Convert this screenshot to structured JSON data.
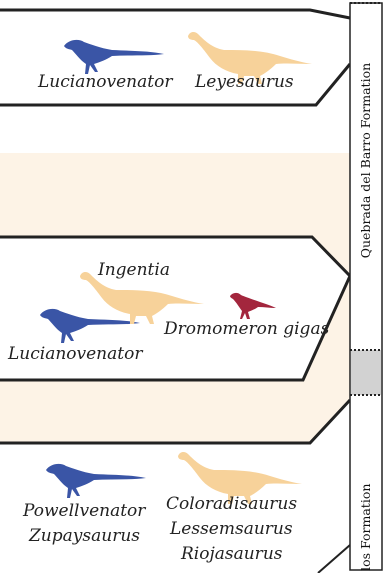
{
  "colors": {
    "band": "#fdf3e6",
    "theropod": "#3a55a6",
    "sauropodomorph": "#f7d29a",
    "dromomeron": "#a3263d",
    "outline": "#222222",
    "gap": "#d2d2d2"
  },
  "panels": [
    {
      "id": "top",
      "labels": [
        "Lucianovenator",
        "Leyesaurus"
      ],
      "silhouettes": [
        "theropod-silhouette-icon",
        "sauropodomorph-silhouette-icon"
      ]
    },
    {
      "id": "middle",
      "labels": [
        "Ingentia",
        "Dromomeron gigas",
        "Lucianovenator"
      ],
      "silhouettes": [
        "sauropodomorph-silhouette-icon",
        "dromomeron-silhouette-icon",
        "theropod-silhouette-icon"
      ]
    },
    {
      "id": "bottom",
      "labels": [
        "Powellvenator",
        "Zupaysaurus",
        "Coloradisaurus",
        "Lessemsaurus",
        "Riojasaurus"
      ],
      "silhouettes": [
        "theropod-silhouette-icon",
        "sauropodomorph-silhouette-icon"
      ]
    }
  ],
  "formations": {
    "upper": "Quebrada del Barro Formation",
    "lower": "los Formation"
  }
}
